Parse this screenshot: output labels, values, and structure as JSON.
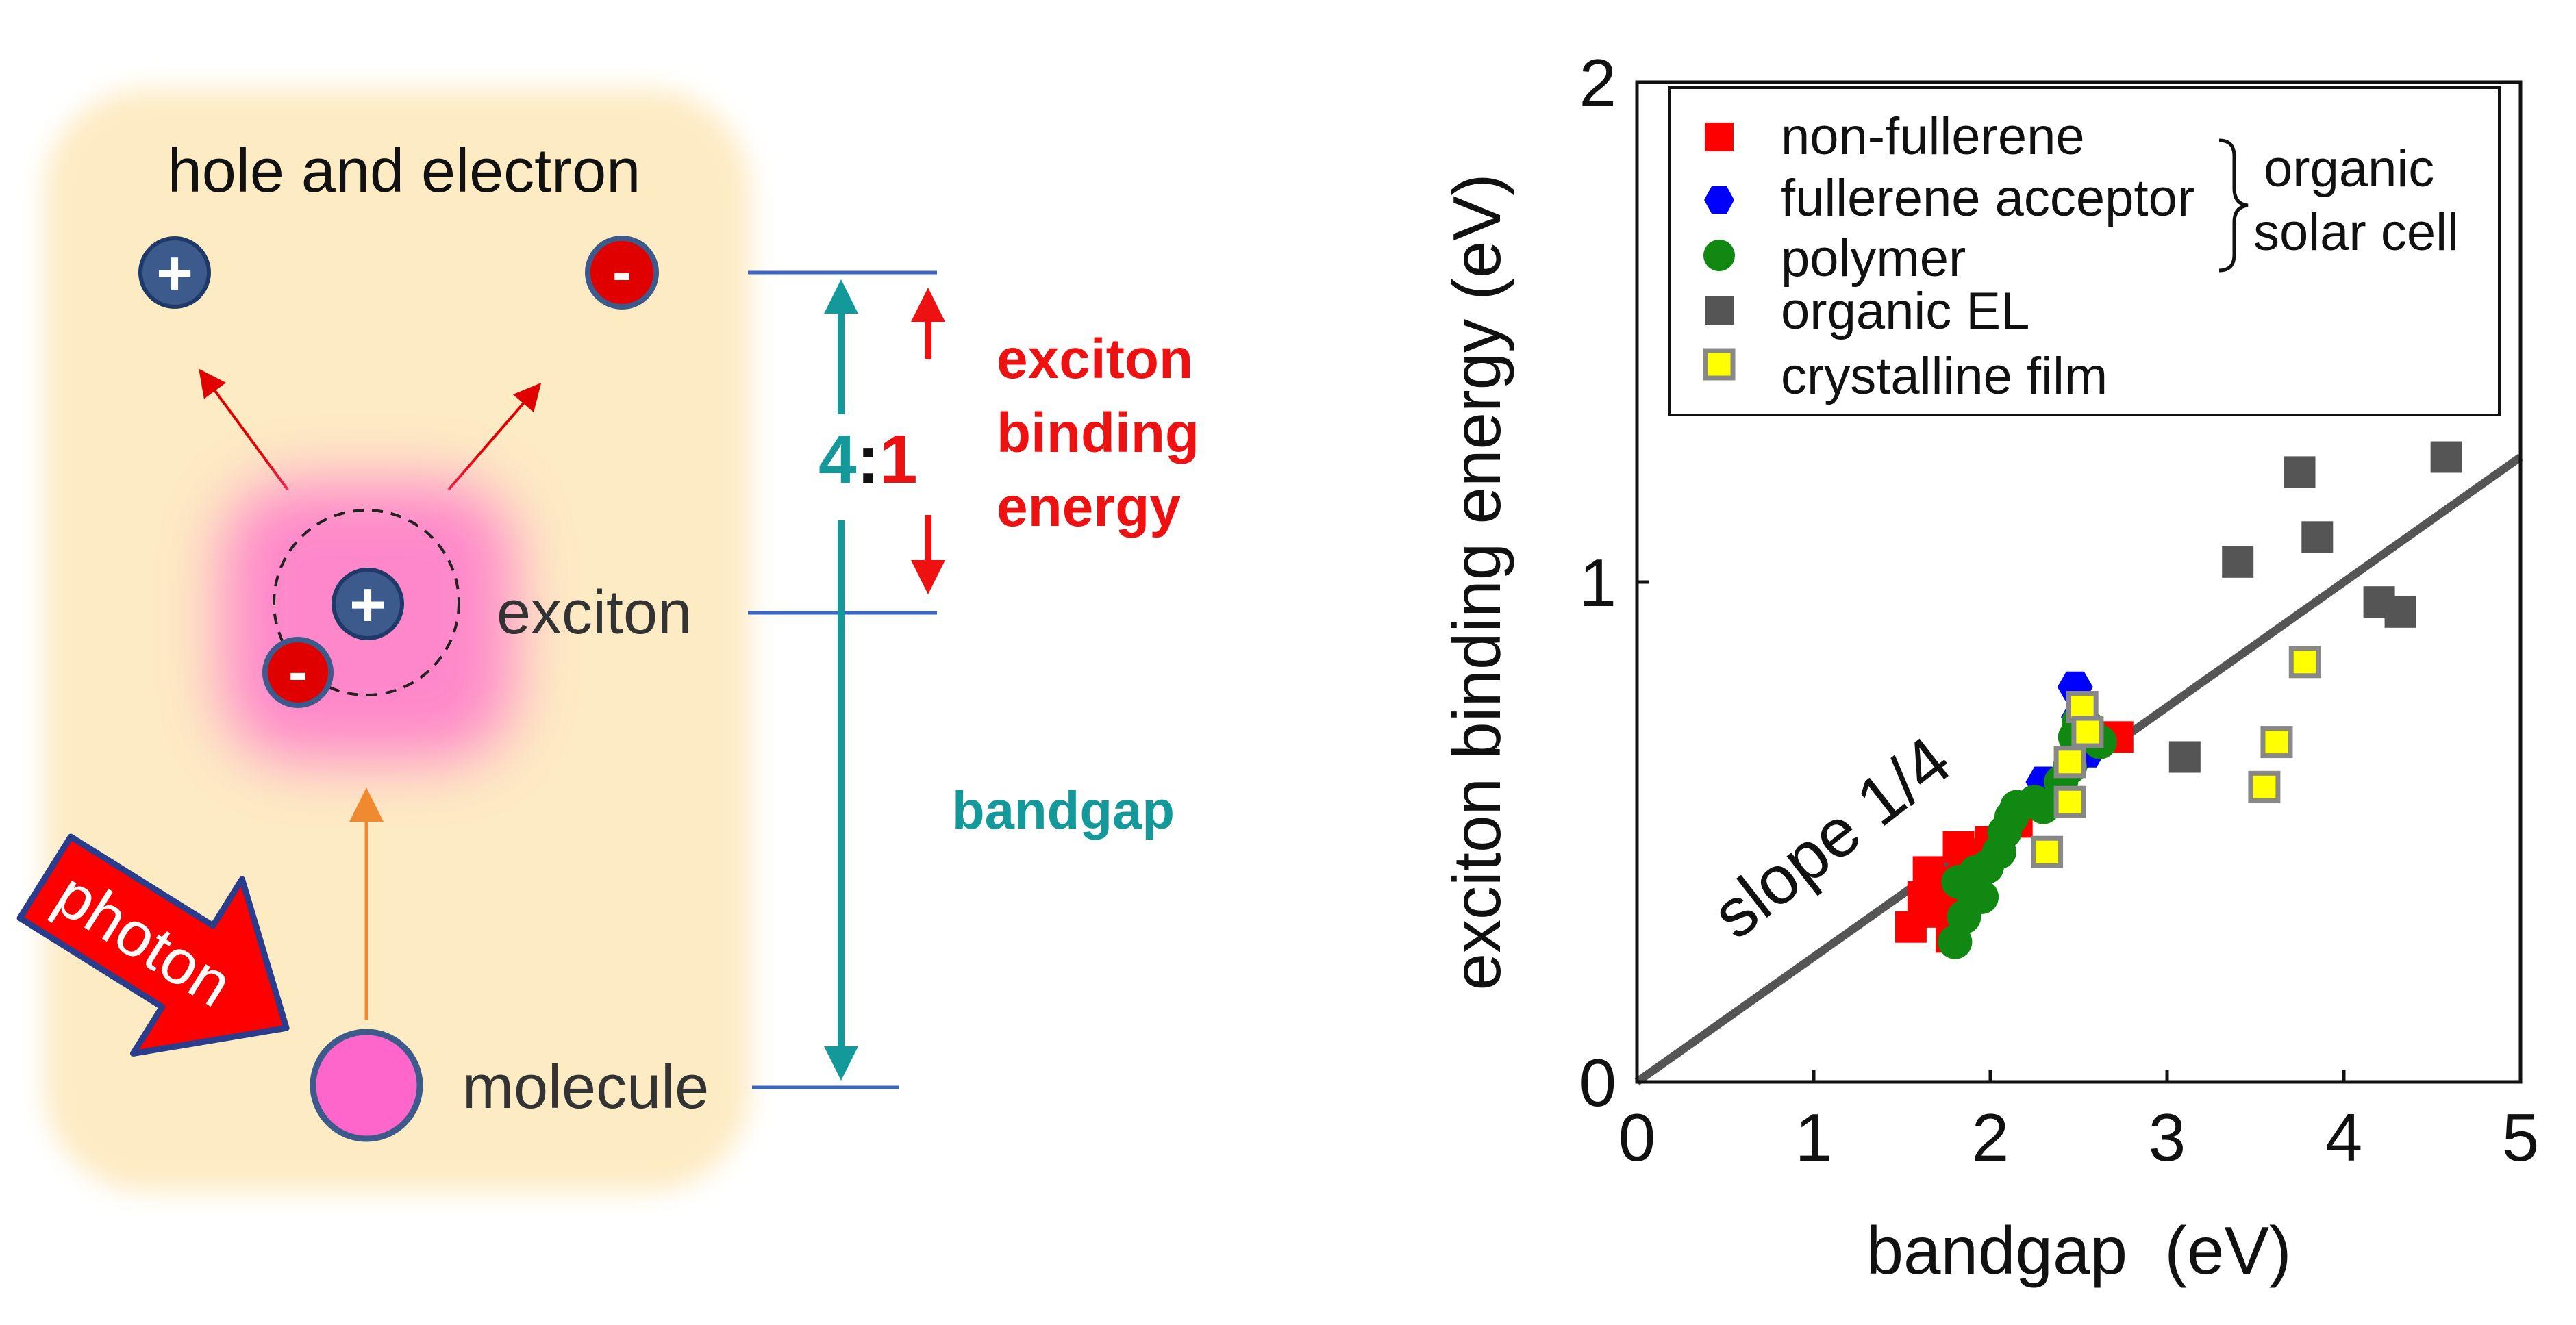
{
  "diagram": {
    "top_label": "hole and electron",
    "exciton_label": "exciton",
    "molecule_label": "molecule",
    "photon_label": "photon",
    "ratio_left": "4",
    "ratio_colon": ":",
    "ratio_right": "1",
    "exciton_binding_line1": "exciton",
    "exciton_binding_line2": "binding",
    "exciton_binding_line3": "energy",
    "bandgap_label": "bandgap",
    "plus_sign": "+",
    "minus_sign": "-",
    "colors": {
      "panel_bg": "#fdebc4",
      "particle_blue": "#3c5a8c",
      "particle_red": "#e00000",
      "pink": "#ff66cc",
      "teal": "#13999a",
      "red_text": "#ee1111",
      "orange_arrow": "#f08a30",
      "level_line": "#3a66c4"
    }
  },
  "chart_data": {
    "type": "scatter",
    "xlabel": "bandgap  (eV)",
    "ylabel": "exciton binding energy (eV)",
    "xlim": [
      0,
      5
    ],
    "ylim": [
      0,
      2
    ],
    "x_ticks": [
      "0",
      "1",
      "2",
      "3",
      "4",
      "5"
    ],
    "y_ticks": [
      "0",
      "1",
      "2"
    ],
    "grid": false,
    "legend_position": "top-left",
    "brace_label_line1": "organic",
    "brace_label_line2": "solar cell",
    "line": {
      "slope": 0.25,
      "label": "slope 1/4",
      "color": "#555555"
    },
    "series": [
      {
        "name": "non-fullerene",
        "marker": "square",
        "color": "#ff0000",
        "points": [
          [
            1.55,
            0.31
          ],
          [
            1.62,
            0.37
          ],
          [
            1.65,
            0.42
          ],
          [
            1.7,
            0.34
          ],
          [
            1.72,
            0.4
          ],
          [
            1.78,
            0.29
          ],
          [
            1.8,
            0.36
          ],
          [
            1.82,
            0.47
          ],
          [
            1.85,
            0.41
          ],
          [
            1.9,
            0.45
          ],
          [
            2.0,
            0.48
          ],
          [
            2.15,
            0.52
          ],
          [
            2.72,
            0.69
          ]
        ]
      },
      {
        "name": "fullerene acceptor",
        "marker": "hexagon",
        "color": "#0000ff",
        "points": [
          [
            2.3,
            0.6
          ],
          [
            2.35,
            0.56
          ],
          [
            2.4,
            0.58
          ],
          [
            2.48,
            0.79
          ],
          [
            2.5,
            0.73
          ],
          [
            2.55,
            0.66
          ]
        ]
      },
      {
        "name": "polymer",
        "marker": "circle",
        "color": "#118811",
        "points": [
          [
            1.8,
            0.28
          ],
          [
            1.82,
            0.4
          ],
          [
            1.85,
            0.33
          ],
          [
            1.9,
            0.38
          ],
          [
            1.92,
            0.42
          ],
          [
            1.95,
            0.37
          ],
          [
            1.98,
            0.43
          ],
          [
            2.05,
            0.46
          ],
          [
            2.08,
            0.5
          ],
          [
            2.12,
            0.53
          ],
          [
            2.15,
            0.55
          ],
          [
            2.25,
            0.56
          ],
          [
            2.3,
            0.55
          ],
          [
            2.4,
            0.6
          ],
          [
            2.45,
            0.63
          ],
          [
            2.48,
            0.69
          ],
          [
            2.5,
            0.72
          ],
          [
            2.55,
            0.71
          ],
          [
            2.62,
            0.68
          ]
        ]
      },
      {
        "name": "organic EL",
        "marker": "square",
        "color": "#555555",
        "points": [
          [
            3.1,
            0.65
          ],
          [
            3.4,
            1.04
          ],
          [
            3.75,
            1.22
          ],
          [
            3.85,
            1.09
          ],
          [
            4.2,
            0.96
          ],
          [
            4.32,
            0.94
          ],
          [
            4.58,
            1.25
          ]
        ]
      },
      {
        "name": "crystalline film",
        "marker": "square-open",
        "color": "#ffff00",
        "points": [
          [
            2.32,
            0.46
          ],
          [
            2.45,
            0.56
          ],
          [
            2.45,
            0.64
          ],
          [
            2.52,
            0.75
          ],
          [
            2.55,
            0.7
          ],
          [
            3.55,
            0.59
          ],
          [
            3.62,
            0.68
          ],
          [
            3.78,
            0.84
          ]
        ]
      }
    ]
  }
}
